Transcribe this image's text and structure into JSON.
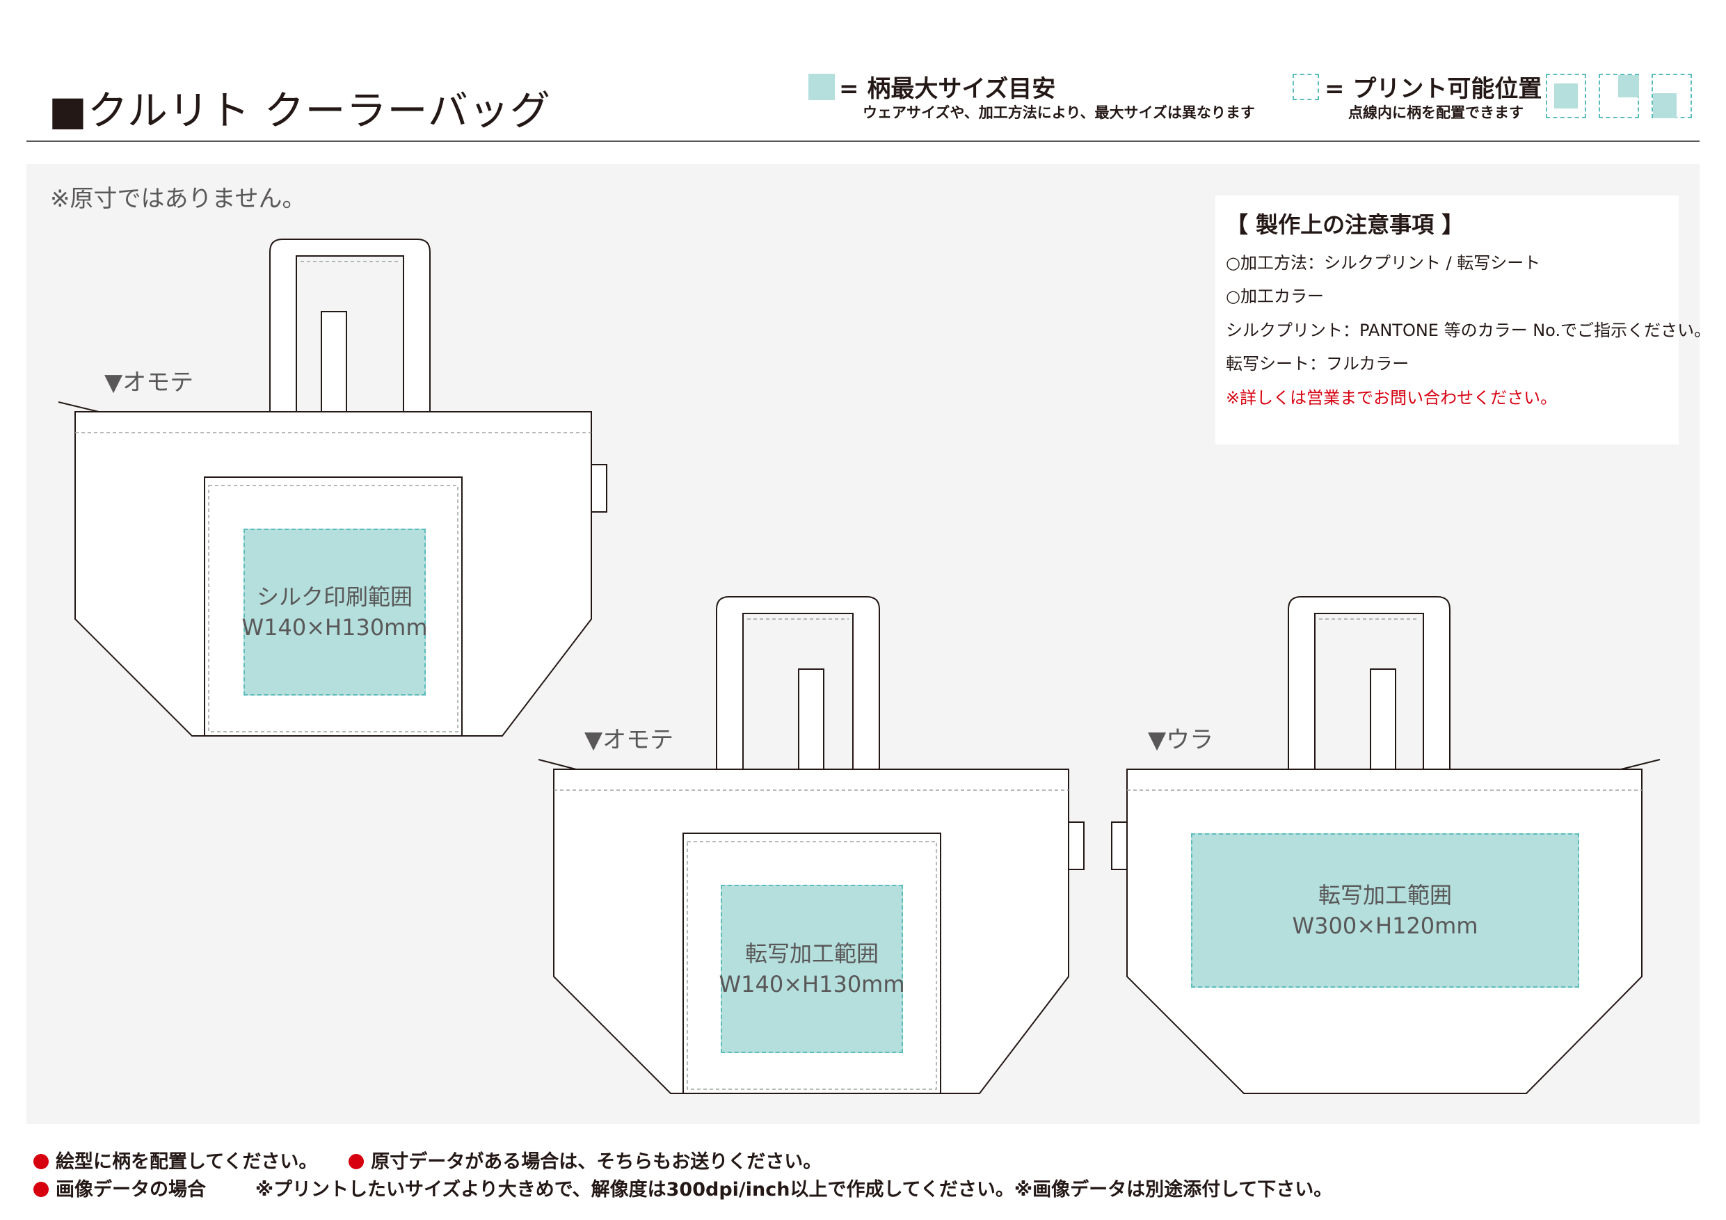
{
  "header": {
    "title": "■クルリト クーラーバッグ",
    "legend_max": {
      "label": "= 柄最大サイズ目安",
      "sub": "ウェアサイズや、加工方法により、最大サイズは異なります"
    },
    "legend_print": {
      "label": "= プリント可能位置",
      "sub": "点線内に柄を配置できます"
    }
  },
  "note": "※原寸ではありません。",
  "production_notes": {
    "title": "【 製作上の注意事項 】",
    "lines": [
      "○加工方法：シルクプリント / 転写シート",
      "○加工カラー",
      "シルクプリント：PANTONE 等のカラー No.でご指示ください。",
      "転写シート：フルカラー"
    ],
    "warning": "※詳しくは営業までお問い合わせください。"
  },
  "views": [
    {
      "label": "▼オモテ",
      "zone_name": "シルク印刷範囲",
      "zone_size": "W140×H130mm"
    },
    {
      "label": "▼オモテ",
      "zone_name": "転写加工範囲",
      "zone_size": "W140×H130mm"
    },
    {
      "label": "▼ウラ",
      "zone_name": "転写加工範囲",
      "zone_size": "W300×H120mm"
    }
  ],
  "footer": {
    "line1_a": "絵型に柄を配置してください。",
    "line1_b": "原寸データがある場合は、そちらもお送りください。",
    "line2_a": "画像データの場合",
    "line2_b": "※プリントしたいサイズより大きめで、解像度は300dpi/inch以上で作成してください。※画像データは別途添付して下さい。"
  },
  "colors": {
    "zone_fill": "#b4dfdd",
    "zone_border": "#5bbcbc",
    "accent_red": "#d7000f",
    "panel": "#f4f4f4"
  }
}
